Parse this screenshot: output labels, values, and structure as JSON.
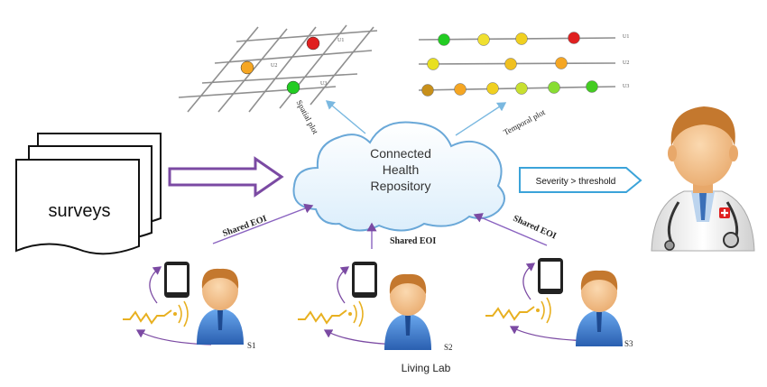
{
  "surveys": {
    "label": "surveys"
  },
  "cloud": {
    "line1": "Connected",
    "line2": "Health",
    "line3": "Repository"
  },
  "spatial_plot": {
    "label": "Spatial plot",
    "row_labels": [
      "U1",
      "U2",
      "U3"
    ],
    "dots": [
      {
        "color": "#e02020"
      },
      {
        "color": "#f5a623"
      },
      {
        "color": "#22cc22"
      }
    ]
  },
  "temporal_plot": {
    "label": "Temporal plot",
    "rows": [
      {
        "label": "U1",
        "dots": [
          "#22cc22",
          "#f0e030",
          "#f0d020",
          "#e02020"
        ]
      },
      {
        "label": "U2",
        "dots": [
          "#e8e020",
          "#f0c020",
          "#f5a623"
        ]
      },
      {
        "label": "U3",
        "dots": [
          "#c8901a",
          "#f5a623",
          "#f0d020",
          "#c8e030",
          "#88dd33",
          "#44cc22"
        ]
      }
    ]
  },
  "severity": {
    "label": "Severity > threshold",
    "border_color": "#3ba3d9"
  },
  "shared_eoi": {
    "left": "Shared EOI",
    "middle": "Shared EOI",
    "right": "Shared EOI"
  },
  "subjects": [
    {
      "id": "S1"
    },
    {
      "id": "S2"
    },
    {
      "id": "S3"
    }
  ],
  "living_lab": {
    "label": "Living Lab"
  },
  "colors": {
    "purple_arrow": "#7b4aa3",
    "blue_arrow": "#7ab8e0",
    "cloud_stroke": "#6aa8d8",
    "cloud_fill": "#eaf4fc",
    "avatar_skin": "#f3c08a",
    "avatar_hair": "#c4782e",
    "avatar_shirt": "#3a7fd0"
  }
}
